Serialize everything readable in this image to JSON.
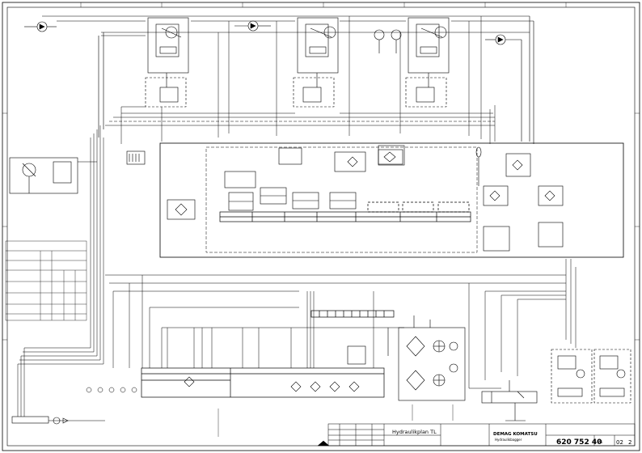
{
  "title_block": {
    "drawing_title": "Hydraulikplan TL",
    "drawing_number": "620 752 40",
    "sheet_index": "A1",
    "sheet_number": "02",
    "sheet_count": "2",
    "company_line1": "DEMAG KOMATSU",
    "company_line2": "Hydraulikbagger"
  }
}
